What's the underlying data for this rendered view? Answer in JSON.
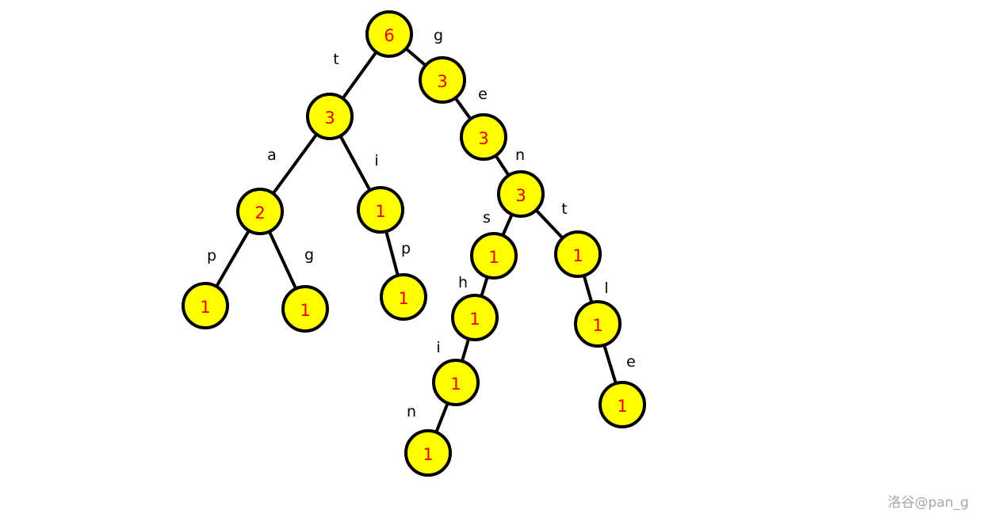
{
  "diagram": {
    "type": "trie",
    "colors": {
      "node_fill": "#ffff00",
      "node_stroke": "#000000",
      "count_text": "#e8000b",
      "label_text": "#000000"
    },
    "nodes": [
      {
        "id": "root",
        "count": "6"
      },
      {
        "id": "t",
        "count": "3"
      },
      {
        "id": "ta",
        "count": "2"
      },
      {
        "id": "tap",
        "count": "1"
      },
      {
        "id": "tag",
        "count": "1"
      },
      {
        "id": "ti",
        "count": "1"
      },
      {
        "id": "tip",
        "count": "1"
      },
      {
        "id": "g",
        "count": "3"
      },
      {
        "id": "ge",
        "count": "3"
      },
      {
        "id": "gen",
        "count": "3"
      },
      {
        "id": "gens",
        "count": "1"
      },
      {
        "id": "gensh",
        "count": "1"
      },
      {
        "id": "genshi",
        "count": "1"
      },
      {
        "id": "genshin",
        "count": "1"
      },
      {
        "id": "gent",
        "count": "1"
      },
      {
        "id": "gentl",
        "count": "1"
      },
      {
        "id": "gentle",
        "count": "1"
      }
    ],
    "edges": [
      {
        "from": "root",
        "to": "t",
        "label": "t"
      },
      {
        "from": "t",
        "to": "ta",
        "label": "a"
      },
      {
        "from": "ta",
        "to": "tap",
        "label": "p"
      },
      {
        "from": "ta",
        "to": "tag",
        "label": "g"
      },
      {
        "from": "t",
        "to": "ti",
        "label": "i"
      },
      {
        "from": "ti",
        "to": "tip",
        "label": "p"
      },
      {
        "from": "root",
        "to": "g",
        "label": "g"
      },
      {
        "from": "g",
        "to": "ge",
        "label": "e"
      },
      {
        "from": "ge",
        "to": "gen",
        "label": "n"
      },
      {
        "from": "gen",
        "to": "gens",
        "label": "s"
      },
      {
        "from": "gens",
        "to": "gensh",
        "label": "h"
      },
      {
        "from": "gensh",
        "to": "genshi",
        "label": "i"
      },
      {
        "from": "genshi",
        "to": "genshin",
        "label": "n"
      },
      {
        "from": "gen",
        "to": "gent",
        "label": "t"
      },
      {
        "from": "gent",
        "to": "gentl",
        "label": "l"
      },
      {
        "from": "gentl",
        "to": "gentle",
        "label": "e"
      }
    ]
  },
  "watermark": "洛谷@pan_g"
}
